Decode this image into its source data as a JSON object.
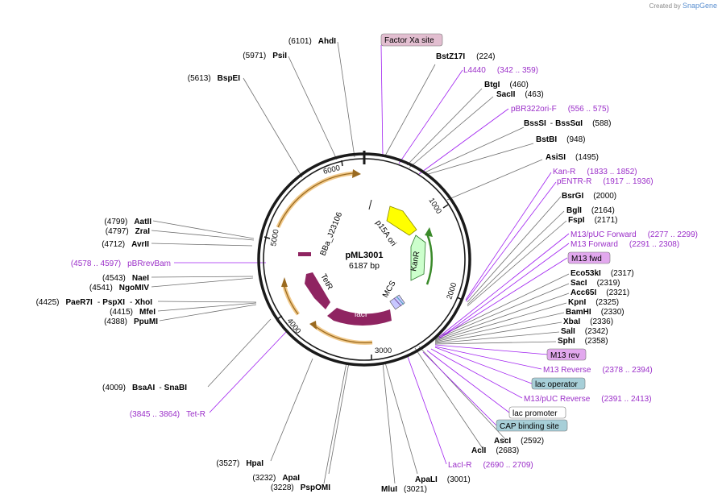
{
  "credit": {
    "prefix": "Created by",
    "brand": "SnapGene"
  },
  "plasmid": {
    "name": "pML3001",
    "size": "6187 bp"
  },
  "ticks": [
    "1000",
    "2000",
    "3000",
    "4000",
    "5000",
    "6000"
  ],
  "inner_features": {
    "p15a_ori": "p15A ori",
    "kanr": "KanR",
    "mcs": "MCS",
    "laci": "lacI",
    "tetr": "TetR",
    "bba": "BBa_J23106"
  },
  "labels": {
    "factor_xa": "Factor Xa site",
    "bstz17i": {
      "name": "BstZ17I",
      "pos": "(224)"
    },
    "l4440": {
      "name": "L4440",
      "pos": "(342 .. 359)"
    },
    "btgi": {
      "name": "BtgI",
      "pos": "(460)"
    },
    "sacii": {
      "name": "SacII",
      "pos": "(463)"
    },
    "pbr322ori": {
      "name": "pBR322ori-F",
      "pos": "(556 .. 575)"
    },
    "bsssi": {
      "name": "BssSI",
      "sep": "-",
      "name2": "BssSαI",
      "pos": "(588)"
    },
    "bstbi": {
      "name": "BstBI",
      "pos": "(948)"
    },
    "asisi": {
      "name": "AsiSI",
      "pos": "(1495)"
    },
    "kanr_primer": {
      "name": "Kan-R",
      "pos": "(1833 .. 1852)"
    },
    "pentr_r": {
      "name": "pENTR-R",
      "pos": "(1917 .. 1936)"
    },
    "bsrgi": {
      "name": "BsrGI",
      "pos": "(2000)"
    },
    "bgli": {
      "name": "BglI",
      "pos": "(2164)"
    },
    "fspi": {
      "name": "FspI",
      "pos": "(2171)"
    },
    "m13puc_fwd": {
      "name": "M13/pUC Forward",
      "pos": "(2277 .. 2299)"
    },
    "m13_forward": {
      "name": "M13 Forward",
      "pos": "(2291 .. 2308)"
    },
    "m13_fwd": "M13 fwd",
    "eco53ki": {
      "name": "Eco53kI",
      "pos": "(2317)"
    },
    "saci": {
      "name": "SacI",
      "pos": "(2319)"
    },
    "acc65i": {
      "name": "Acc65I",
      "pos": "(2321)"
    },
    "kpni": {
      "name": "KpnI",
      "pos": "(2325)"
    },
    "bamhi": {
      "name": "BamHI",
      "pos": "(2330)"
    },
    "xbai": {
      "name": "XbaI",
      "pos": "(2336)"
    },
    "sali": {
      "name": "SalI",
      "pos": "(2342)"
    },
    "sphi": {
      "name": "SphI",
      "pos": "(2358)"
    },
    "m13_rev": "M13 rev",
    "m13_reverse": {
      "name": "M13 Reverse",
      "pos": "(2378 .. 2394)"
    },
    "lac_operator": "lac operator",
    "m13puc_rev": {
      "name": "M13/pUC Reverse",
      "pos": "(2391 .. 2413)"
    },
    "lac_promoter": "lac promoter",
    "cap_site": "CAP binding site",
    "asci": {
      "name": "AscI",
      "pos": "(2592)"
    },
    "acli": {
      "name": "AclI",
      "pos": "(2683)"
    },
    "laci_r": {
      "name": "LacI-R",
      "pos": "(2690 .. 2709)"
    },
    "apali": {
      "name": "ApaLI",
      "pos": "(3001)"
    },
    "mlui": {
      "name": "MluI",
      "pos": "(3021)"
    },
    "apai": {
      "name": "ApaI",
      "pos": "(3232)"
    },
    "pspomi": {
      "name": "PspOMI",
      "pos": "(3228)"
    },
    "hpai": {
      "name": "HpaI",
      "pos": "(3527)"
    },
    "tet_r": {
      "name": "Tet-R",
      "pos": "(3845 .. 3864)"
    },
    "bsaai": {
      "name": "BsaAI",
      "sep": "-",
      "name2": "SnaBI",
      "pos": "(4009)"
    },
    "ppumi": {
      "name": "PpuMI",
      "pos": "(4388)"
    },
    "mfei": {
      "name": "MfeI",
      "pos": "(4415)"
    },
    "paer7i": {
      "name": "PaeR7I",
      "sep1": "-",
      "name2": "PspXI",
      "sep2": "-",
      "name3": "XhoI",
      "pos": "(4425)"
    },
    "ngomiv": {
      "name": "NgoMIV",
      "pos": "(4541)"
    },
    "naei": {
      "name": "NaeI",
      "pos": "(4543)"
    },
    "pbrrevbam": {
      "name": "pBRrevBam",
      "pos": "(4578 .. 4597)"
    },
    "avrii": {
      "name": "AvrII",
      "pos": "(4712)"
    },
    "zrai": {
      "name": "ZraI",
      "pos": "(4797)"
    },
    "aatii": {
      "name": "AatII",
      "pos": "(4799)"
    },
    "bspei": {
      "name": "BspEI",
      "pos": "(5613)"
    },
    "psii": {
      "name": "PsiI",
      "pos": "(5971)"
    },
    "ahdi": {
      "name": "AhdI",
      "pos": "(6101)"
    }
  },
  "colors": {
    "backbone": "#1a1a1a",
    "feature_text": "#9b2fc9",
    "primer_line": "#a020f0",
    "site_line": "#6e6e6e",
    "ori": "#ffff00",
    "kanr": "#ccffcc",
    "laci": "#8f2461",
    "tetr": "#8f2461",
    "promoter_arc": "#e0a060",
    "factor_xa_box": "#e2bed0",
    "m13_box": "#e2a8ee",
    "lac_operator_box": "#a7cfd8",
    "cap_box": "#a7cfd8"
  }
}
